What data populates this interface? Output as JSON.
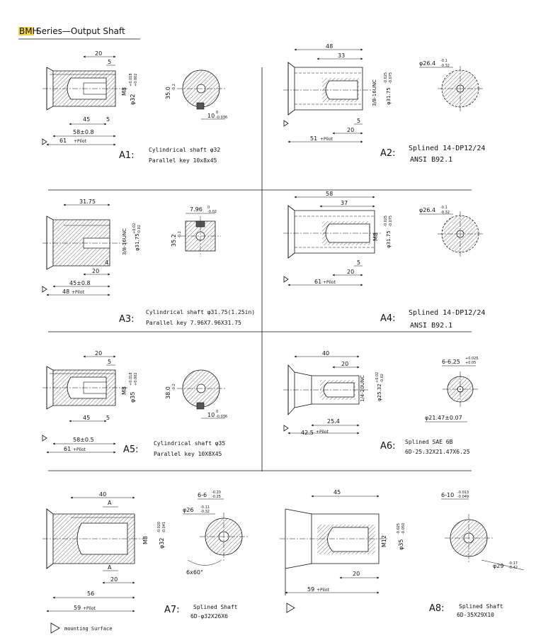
{
  "header": {
    "brand": "BMH",
    "title": " Series—Output Shaft"
  },
  "footer": {
    "mounting_note": "mounting Surface"
  },
  "panels": {
    "A1": {
      "code": "A1:",
      "desc1": "Cylindrical shaft φ32",
      "desc2": "Parallel key 10x8x45",
      "dims": {
        "d20": "20",
        "d5": "5",
        "d45": "45",
        "d5b": "5",
        "len": "58±0.8",
        "pilot": "61",
        "m8": "M8",
        "dia": "φ32",
        "dia_up": "+0.018",
        "dia_lo": "+0.002",
        "h": "35.0",
        "h_tol": "-0.2",
        "key": "10",
        "key_up": "0",
        "key_lo": "-0.036"
      }
    },
    "A2": {
      "code": "A2:",
      "desc1": "Splined 14-DP12/24",
      "desc2": "ANSI B92.1",
      "dims": {
        "d48": "48",
        "d33": "33",
        "d5": "5",
        "d20": "20",
        "pilot": "51",
        "thread": "3/8-16UNC",
        "dia": "φ31.75",
        "dia_up": "-0.025",
        "dia_lo": "-0.075",
        "spl": "φ26.4",
        "spl_up": "-0.1",
        "spl_lo": "-0.32"
      }
    },
    "A3": {
      "code": "A3:",
      "desc1": "Cylindrical shaft φ31.75(1.25in)",
      "desc2": "Parallel key 7.96X7.96X31.75",
      "dims": {
        "d3175": "31.75",
        "d4": "4",
        "d20": "20",
        "len": "45±0.8",
        "pilot": "48",
        "thread": "3/8-16UNC",
        "dia": "φ31.75",
        "dia_up": "+0.02",
        "dia_lo": "-0.02",
        "h": "35.2",
        "h_tol": "-0.2",
        "key": "7.96",
        "key_up": "0",
        "key_lo": "-0.02"
      }
    },
    "A4": {
      "code": "A4:",
      "desc1": "Splined 14-DP12/24",
      "desc2": "ANSI B92.1",
      "dims": {
        "d58": "58",
        "d37": "37",
        "d5": "5",
        "d20": "20",
        "pilot": "61",
        "m8": "M8",
        "dia": "φ31.75",
        "dia_up": "-0.025",
        "dia_lo": "-0.075",
        "spl": "φ26.4",
        "spl_up": "-0.1",
        "spl_lo": "-0.32"
      }
    },
    "A5": {
      "code": "A5:",
      "desc1": "Cylindrical shaft φ35",
      "desc2": "Parallel key 10X8X45",
      "dims": {
        "d20": "20",
        "d5": "5",
        "d45": "45",
        "d5b": "5",
        "len": "58±0.5",
        "pilot": "61",
        "m8": "M8",
        "dia": "φ35",
        "dia_up": "+0.018",
        "dia_lo": "+0.002",
        "h": "38.0",
        "h_tol": "-0.2",
        "key": "10",
        "key_up": "0",
        "key_lo": "-0.036"
      }
    },
    "A6": {
      "code": "A6:",
      "desc1": "Splined SAE 6B",
      "desc2": "6D-25.32X21.47X6.25",
      "dims": {
        "d40": "40",
        "d20": "20",
        "d254": "25.4",
        "pilot": "42.5",
        "thread": "1/4-20UNC",
        "dia": "φ25.32",
        "dia_up": "+0.02",
        "dia_lo": "-0.02",
        "w": "6-6.25",
        "w_up": "+0.025",
        "w_lo": "+0.05",
        "minor": "φ21.47±0.07"
      }
    },
    "A7": {
      "code": "A7:",
      "desc1": "Splined Shaft",
      "desc2": "6D-φ32X26X6",
      "dims": {
        "d40": "40",
        "dA": "A",
        "d20": "20",
        "d56": "56",
        "pilot": "59",
        "m8": "M8",
        "dia": "φ32",
        "dia_up": "-0.020",
        "dia_lo": "-0.041",
        "w": "6-6",
        "w_up": "-0.20",
        "w_lo": "-0.25",
        "minor": "φ26",
        "minor_up": "-0.11",
        "minor_lo": "-0.32",
        "ang": "6x60°"
      }
    },
    "A8": {
      "code": "A8:",
      "desc1": "Splined Shaft",
      "desc2": "6D-35X29X10",
      "dims": {
        "d45": "45",
        "d20": "20",
        "pilot": "59",
        "m12": "M12",
        "dia": "φ35",
        "dia_up": "-0.025",
        "dia_lo": "-0.050",
        "w": "6-10",
        "w_up": "-0.013",
        "w_lo": "-0.049",
        "minor": "φ29",
        "minor_up": "-0.17",
        "minor_lo": "-0.42"
      }
    },
    "pilot_suffix": "+Pilot"
  }
}
